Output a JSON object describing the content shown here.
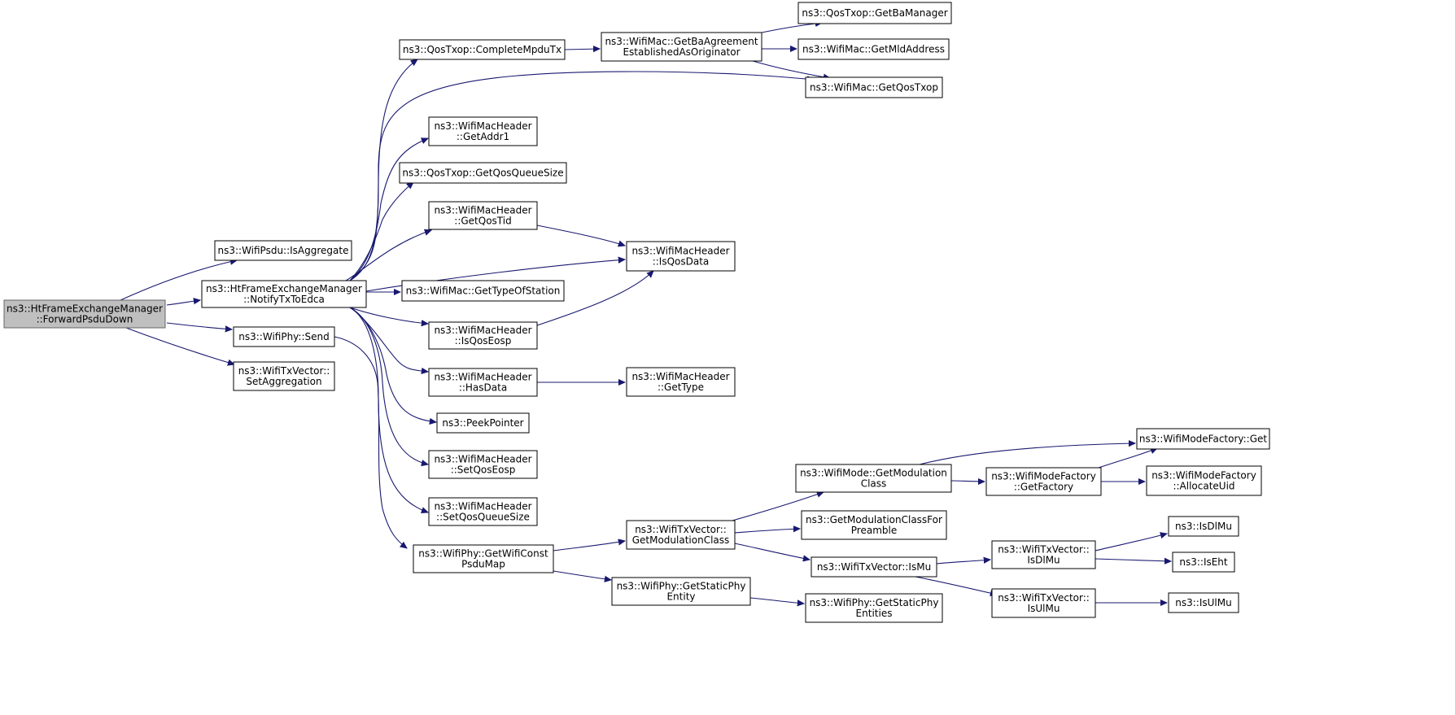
{
  "diagram": {
    "colors": {
      "edge": "#191970",
      "node_border": "#000000",
      "root_fill": "#bfbfbf",
      "node_fill": "#ffffff"
    },
    "nodes": [
      {
        "id": "root",
        "lines": [
          "ns3::HtFrameExchangeManager",
          "::ForwardPsduDown"
        ],
        "root": true
      },
      {
        "id": "isagg",
        "lines": [
          "ns3::WifiPsdu::IsAggregate"
        ]
      },
      {
        "id": "notify",
        "lines": [
          "ns3::HtFrameExchangeManager",
          "::NotifyTxToEdca"
        ]
      },
      {
        "id": "send",
        "lines": [
          "ns3::WifiPhy::Send"
        ]
      },
      {
        "id": "setagg",
        "lines": [
          "ns3::WifiTxVector::",
          "SetAggregation"
        ]
      },
      {
        "id": "complete",
        "lines": [
          "ns3::QosTxop::CompleteMpduTx"
        ]
      },
      {
        "id": "getba",
        "lines": [
          "ns3::WifiMac::GetBaAgreement",
          "EstablishedAsOriginator"
        ]
      },
      {
        "id": "bamgr",
        "lines": [
          "ns3::QosTxop::GetBaManager"
        ]
      },
      {
        "id": "mld",
        "lines": [
          "ns3::WifiMac::GetMldAddress"
        ]
      },
      {
        "id": "qostxop",
        "lines": [
          "ns3::WifiMac::GetQosTxop"
        ]
      },
      {
        "id": "addr1",
        "lines": [
          "ns3::WifiMacHeader",
          "::GetAddr1"
        ]
      },
      {
        "id": "qsize",
        "lines": [
          "ns3::QosTxop::GetQosQueueSize"
        ]
      },
      {
        "id": "qostid",
        "lines": [
          "ns3::WifiMacHeader",
          "::GetQosTid"
        ]
      },
      {
        "id": "isqosdata",
        "lines": [
          "ns3::WifiMacHeader",
          "::IsQosData"
        ]
      },
      {
        "id": "typesta",
        "lines": [
          "ns3::WifiMac::GetTypeOfStation"
        ]
      },
      {
        "id": "qoseosp",
        "lines": [
          "ns3::WifiMacHeader",
          "::IsQosEosp"
        ]
      },
      {
        "id": "hasdata",
        "lines": [
          "ns3::WifiMacHeader",
          "::HasData"
        ]
      },
      {
        "id": "gettype",
        "lines": [
          "ns3::WifiMacHeader",
          "::GetType"
        ]
      },
      {
        "id": "peek",
        "lines": [
          "ns3::PeekPointer"
        ]
      },
      {
        "id": "setqoseosp",
        "lines": [
          "ns3::WifiMacHeader",
          "::SetQosEosp"
        ]
      },
      {
        "id": "setqsize",
        "lines": [
          "ns3::WifiMacHeader",
          "::SetQosQueueSize"
        ]
      },
      {
        "id": "psdumap",
        "lines": [
          "ns3::WifiPhy::GetWifiConst",
          "PsduMap"
        ]
      },
      {
        "id": "txvmod",
        "lines": [
          "ns3::WifiTxVector::",
          "GetModulationClass"
        ]
      },
      {
        "id": "staticent",
        "lines": [
          "ns3::WifiPhy::GetStaticPhy",
          "Entity"
        ]
      },
      {
        "id": "staticents",
        "lines": [
          "ns3::WifiPhy::GetStaticPhy",
          "Entities"
        ]
      },
      {
        "id": "modemod",
        "lines": [
          "ns3::WifiMode::GetModulation",
          "Class"
        ]
      },
      {
        "id": "modpre",
        "lines": [
          "ns3::GetModulationClassFor",
          "Preamble"
        ]
      },
      {
        "id": "ismu",
        "lines": [
          "ns3::WifiTxVector::IsMu"
        ]
      },
      {
        "id": "factget",
        "lines": [
          "ns3::WifiModeFactory::Get"
        ]
      },
      {
        "id": "getfact",
        "lines": [
          "ns3::WifiModeFactory",
          "::GetFactory"
        ]
      },
      {
        "id": "alloc",
        "lines": [
          "ns3::WifiModeFactory",
          "::AllocateUid"
        ]
      },
      {
        "id": "txvisdlmu",
        "lines": [
          "ns3::WifiTxVector::",
          "IsDlMu"
        ]
      },
      {
        "id": "txvisulmu",
        "lines": [
          "ns3::WifiTxVector::",
          "IsUlMu"
        ]
      },
      {
        "id": "isdlmu",
        "lines": [
          "ns3::IsDlMu"
        ]
      },
      {
        "id": "iseht",
        "lines": [
          "ns3::IsEht"
        ]
      },
      {
        "id": "isulmu",
        "lines": [
          "ns3::IsUlMu"
        ]
      }
    ],
    "edges": [
      [
        "root",
        "isagg"
      ],
      [
        "root",
        "notify"
      ],
      [
        "root",
        "send"
      ],
      [
        "root",
        "setagg"
      ],
      [
        "notify",
        "complete"
      ],
      [
        "notify",
        "qostxop"
      ],
      [
        "notify",
        "addr1"
      ],
      [
        "notify",
        "qsize"
      ],
      [
        "notify",
        "qostid"
      ],
      [
        "notify",
        "isqosdata"
      ],
      [
        "notify",
        "typesta"
      ],
      [
        "notify",
        "qoseosp"
      ],
      [
        "notify",
        "hasdata"
      ],
      [
        "notify",
        "peek"
      ],
      [
        "notify",
        "setqoseosp"
      ],
      [
        "notify",
        "setqsize"
      ],
      [
        "send",
        "psdumap"
      ],
      [
        "complete",
        "getba"
      ],
      [
        "getba",
        "bamgr"
      ],
      [
        "getba",
        "mld"
      ],
      [
        "getba",
        "qostxop"
      ],
      [
        "qostid",
        "isqosdata"
      ],
      [
        "qoseosp",
        "isqosdata"
      ],
      [
        "hasdata",
        "gettype"
      ],
      [
        "psdumap",
        "txvmod"
      ],
      [
        "psdumap",
        "staticent"
      ],
      [
        "staticent",
        "staticents"
      ],
      [
        "txvmod",
        "modemod"
      ],
      [
        "txvmod",
        "modpre"
      ],
      [
        "txvmod",
        "ismu"
      ],
      [
        "modemod",
        "factget"
      ],
      [
        "modemod",
        "getfact"
      ],
      [
        "getfact",
        "factget"
      ],
      [
        "getfact",
        "alloc"
      ],
      [
        "ismu",
        "txvisdlmu"
      ],
      [
        "ismu",
        "txvisulmu"
      ],
      [
        "txvisdlmu",
        "isdlmu"
      ],
      [
        "txvisdlmu",
        "iseht"
      ],
      [
        "txvisulmu",
        "isulmu"
      ]
    ]
  }
}
